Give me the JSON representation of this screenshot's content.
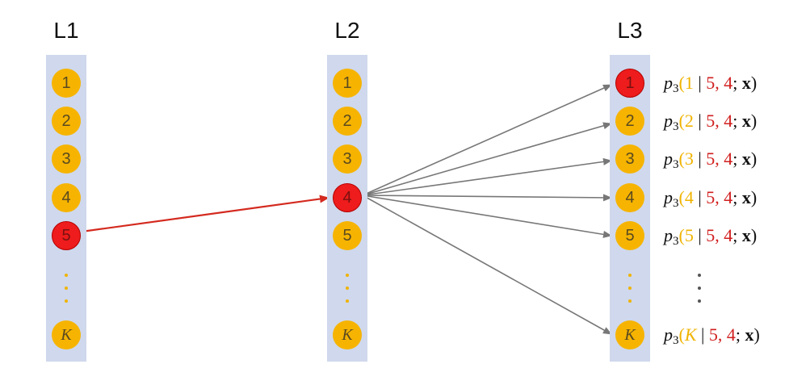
{
  "layers": [
    {
      "title": "L1",
      "nodes": [
        "1",
        "2",
        "3",
        "4",
        "5"
      ],
      "last": "K",
      "active_index": 4
    },
    {
      "title": "L2",
      "nodes": [
        "1",
        "2",
        "3",
        "4",
        "5"
      ],
      "last": "K",
      "active_index": 3
    },
    {
      "title": "L3",
      "nodes": [
        "1",
        "2",
        "3",
        "4",
        "5"
      ],
      "last": "K",
      "active_index": 0
    }
  ],
  "probabilities": [
    {
      "p": "p",
      "sub": "3",
      "open": "(",
      "y": "1",
      "bar": " | ",
      "parent": "5, 4",
      "semi": "; ",
      "x": "x",
      "close": ")"
    },
    {
      "p": "p",
      "sub": "3",
      "open": "(",
      "y": "2",
      "bar": " | ",
      "parent": "5, 4",
      "semi": "; ",
      "x": "x",
      "close": ")"
    },
    {
      "p": "p",
      "sub": "3",
      "open": "(",
      "y": "3",
      "bar": " | ",
      "parent": "5, 4",
      "semi": "; ",
      "x": "x",
      "close": ")"
    },
    {
      "p": "p",
      "sub": "3",
      "open": "(",
      "y": "4",
      "bar": " | ",
      "parent": "5, 4",
      "semi": "; ",
      "x": "x",
      "close": ")"
    },
    {
      "p": "p",
      "sub": "3",
      "open": "(",
      "y": "5",
      "bar": " | ",
      "parent": "5, 4",
      "semi": "; ",
      "x": "x",
      "close": ")"
    },
    {
      "p": "p",
      "sub": "3",
      "open": "(",
      "y": "K",
      "bar": " | ",
      "parent": "5, 4",
      "semi": "; ",
      "x": "x",
      "close": ")"
    }
  ],
  "colors": {
    "column": "#cfd8ec",
    "node": "#f6b400",
    "active_node": "#ee1c1c",
    "selected_edge": "#d42a1f",
    "edge": "#777777",
    "dots_column": "#f0b300",
    "dots_labels": "#555555"
  }
}
